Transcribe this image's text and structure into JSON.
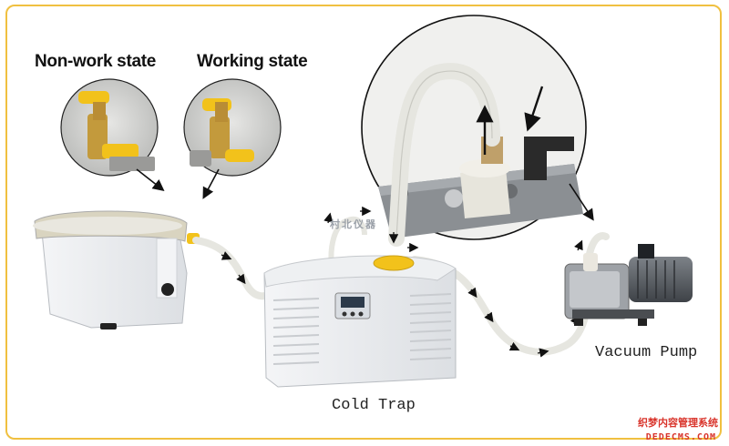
{
  "labels": {
    "non_work_state": "Non-work state",
    "working_state": "Working state",
    "cold_trap": "Cold Trap",
    "vacuum_pump": "Vacuum Pump"
  },
  "watermarks": {
    "center": "村北仪器",
    "cn": "织梦内容管理系统",
    "en": "DEDECMS.COM"
  },
  "colors": {
    "frame": "#f0c040",
    "valve_yellow": "#f2c21b",
    "hose": "#e6e6e0",
    "arrow": "#111111",
    "watermark": "#d9342b"
  }
}
